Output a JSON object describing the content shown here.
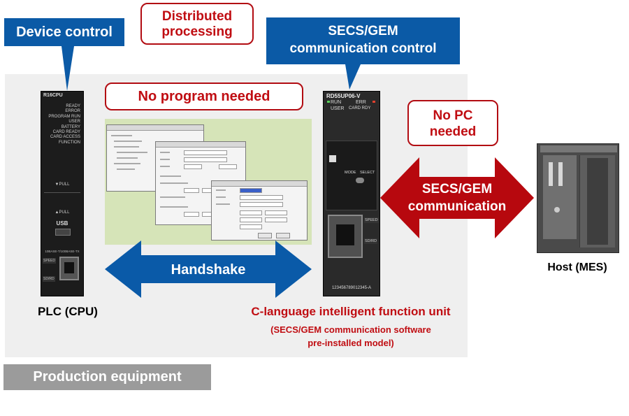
{
  "callouts": {
    "device_control": "Device control",
    "distributed_line1": "Distributed",
    "distributed_line2": "processing",
    "secs_control_line1": "SECS/GEM",
    "secs_control_line2": "communication control",
    "no_program": "No program needed",
    "no_pc_line1": "No PC",
    "no_pc_line2": "needed"
  },
  "arrows": {
    "handshake": "Handshake",
    "secs_comm_line1": "SECS/GEM",
    "secs_comm_line2": "communication"
  },
  "labels": {
    "plc": "PLC (CPU)",
    "host": "Host (MES)",
    "unit": "C-language intelligent function unit",
    "unit_sub_line1": "(SECS/GEM communication software",
    "unit_sub_line2": "pre-installed model)",
    "production": "Production equipment"
  },
  "device_prints": {
    "cpu_model": "R16CPU",
    "cpu_leds": [
      "READY",
      "ERROR",
      "PROGRAM RUN",
      "USER",
      "BATTERY",
      "CARD READY",
      "CARD ACCESS",
      "FUNCTION"
    ],
    "cpu_pull1": "▼PULL",
    "cpu_pull2": "▲PULL",
    "cpu_usb": "USB",
    "cpu_eth": "10BASE-T/100BASE-TX",
    "cpu_speed": "SPEED",
    "cpu_sdrd": "SD/RD",
    "unit_model": "RD55UP06-V",
    "unit_run": "RUN",
    "unit_err": "ERR",
    "unit_user": "USER",
    "unit_card": "CARD RDY",
    "unit_mode": "MODE",
    "unit_select": "SELECT",
    "unit_speed": "SPEED",
    "unit_sdrd": "SD/RD",
    "unit_serial": "123456789012345-A"
  },
  "colors": {
    "callout_blue": "#0b5aa6",
    "callout_red": "#c00d12",
    "arrow_blue": "#0a5aa8",
    "arrow_red": "#b7080e",
    "panel_gray": "#efefef",
    "production_gray": "#9b9b9b"
  }
}
